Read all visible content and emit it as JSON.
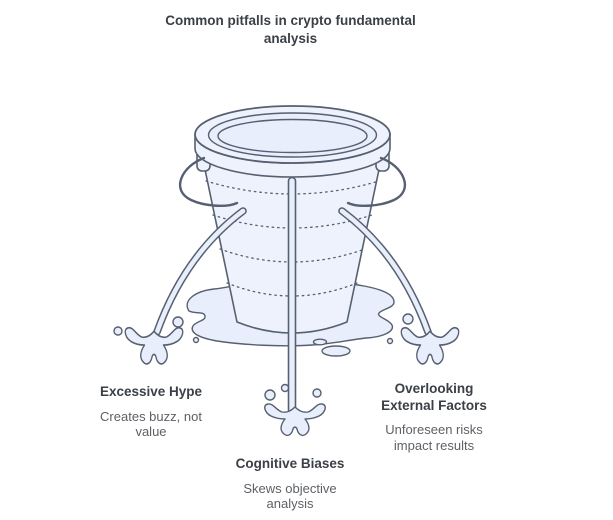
{
  "title": {
    "lines": [
      "Common pitfalls in crypto fundamental",
      "analysis"
    ]
  },
  "illustration": {
    "name": "leaky-bucket",
    "colors": {
      "outline": "#566070",
      "fill_light": "#eef2fc",
      "fill_water": "#e8eefb",
      "title_text": "#3b4046",
      "body_text": "#5d6166",
      "background": "#ffffff"
    }
  },
  "labels": [
    {
      "id": "excessive-hype",
      "title_lines": [
        "Excessive Hype"
      ],
      "body_lines": [
        "Creates buzz, not",
        "value"
      ]
    },
    {
      "id": "cognitive-biases",
      "title_lines": [
        "Cognitive Biases"
      ],
      "body_lines": [
        "Skews objective",
        "analysis"
      ]
    },
    {
      "id": "overlooking-external-factors",
      "title_lines": [
        "Overlooking",
        "External Factors"
      ],
      "body_lines": [
        "Unforeseen risks",
        "impact results"
      ]
    }
  ]
}
